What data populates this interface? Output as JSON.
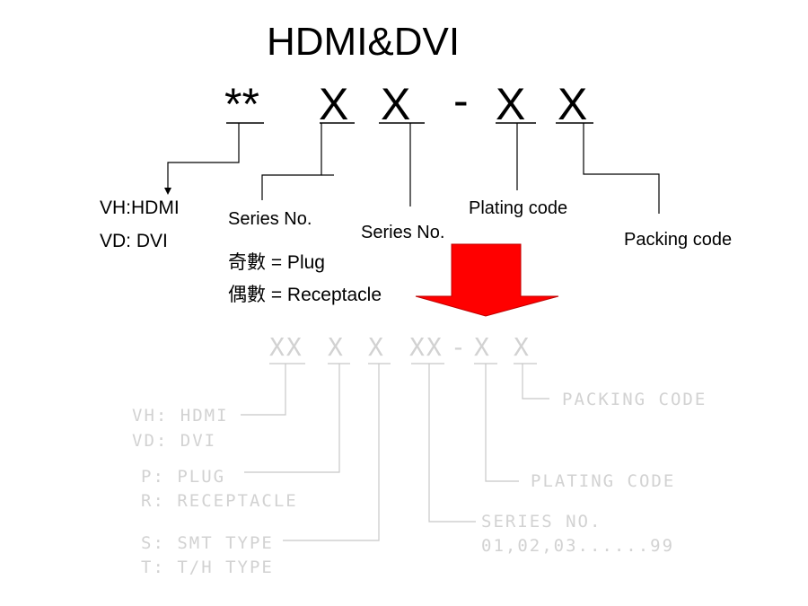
{
  "title": "HDMI&DVI",
  "code": {
    "part1": "**",
    "part2": "X",
    "part3": "X",
    "dash": "-",
    "part4": "X",
    "part5": "X"
  },
  "labels": {
    "type_line1": "VH:HDMI",
    "type_line2": "VD: DVI",
    "series1": "Series No.",
    "odd": "奇數 = Plug",
    "even": "偶數 = Receptacle",
    "series2": "Series No.",
    "plating": "Plating code",
    "packing": "Packing code"
  },
  "new_scheme": {
    "code": [
      "XX",
      "X",
      "X",
      "XX",
      "-",
      "X",
      "X"
    ],
    "type_line1": "VH: HDMI",
    "type_line2": "VD: DVI",
    "plug": "P: PLUG",
    "receptacle": "R: RECEPTACLE",
    "smt": "S: SMT TYPE",
    "th": "T: T/H TYPE",
    "series_line1": "SERIES NO.",
    "series_line2": "01,02,03......99",
    "plating": "PLATING CODE",
    "packing": "PACKING CODE"
  },
  "colors": {
    "arrow_fill": "#ff0000",
    "faded_text": "#d2d2d2"
  }
}
